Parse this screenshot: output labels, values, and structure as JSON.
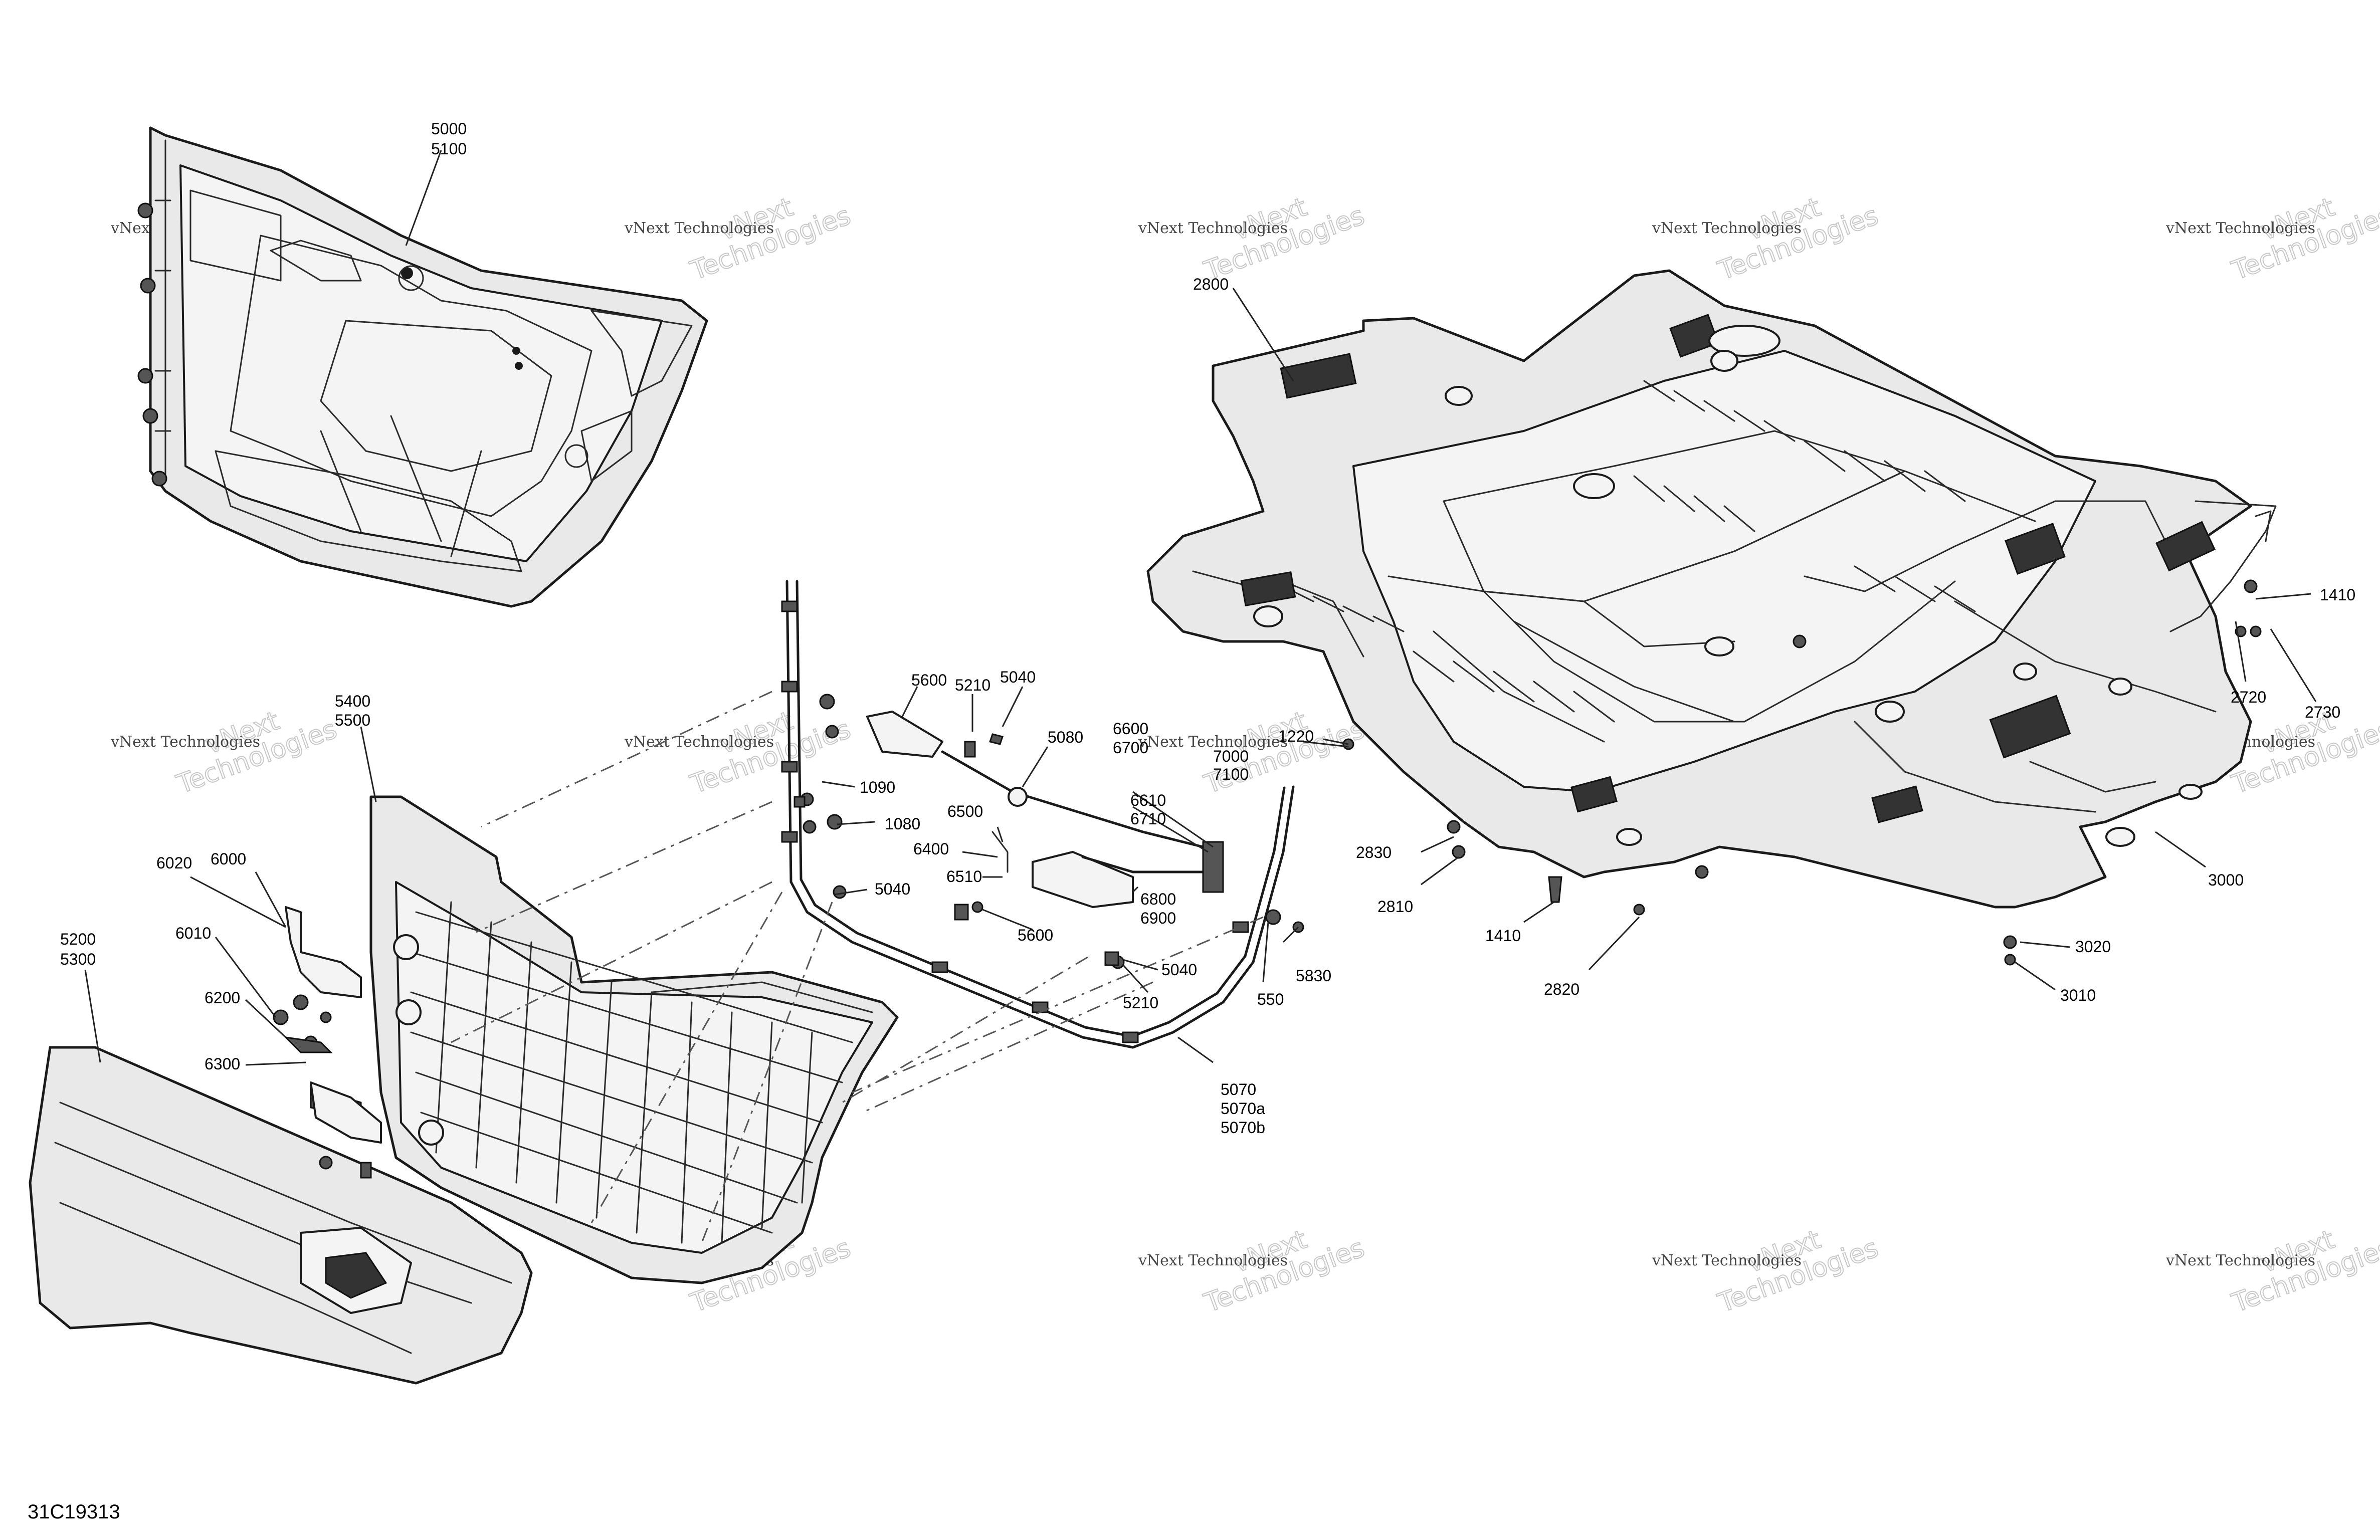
{
  "drawing_code": "31C19313",
  "watermark": {
    "line1": "vNext Technologies",
    "line2": "vNext",
    "line3": "Technologies"
  },
  "callouts": [
    {
      "id": "c-5000",
      "text": "5000"
    },
    {
      "id": "c-5100",
      "text": "5100"
    },
    {
      "id": "c-2800",
      "text": "2800"
    },
    {
      "id": "c-1410a",
      "text": "1410"
    },
    {
      "id": "c-2720",
      "text": "2720"
    },
    {
      "id": "c-2730",
      "text": "2730"
    },
    {
      "id": "c-5400",
      "text": "5400"
    },
    {
      "id": "c-5500",
      "text": "5500"
    },
    {
      "id": "c-5210a",
      "text": "5210"
    },
    {
      "id": "c-5600a",
      "text": "5600"
    },
    {
      "id": "c-5040a",
      "text": "5040"
    },
    {
      "id": "c-5080",
      "text": "5080"
    },
    {
      "id": "c-6600",
      "text": "6600"
    },
    {
      "id": "c-6700",
      "text": "6700"
    },
    {
      "id": "c-7000",
      "text": "7000"
    },
    {
      "id": "c-7100",
      "text": "7100"
    },
    {
      "id": "c-1220",
      "text": "1220"
    },
    {
      "id": "c-1090",
      "text": "1090"
    },
    {
      "id": "c-1080",
      "text": "1080"
    },
    {
      "id": "c-6610",
      "text": "6610"
    },
    {
      "id": "c-6710",
      "text": "6710"
    },
    {
      "id": "c-6500",
      "text": "6500"
    },
    {
      "id": "c-6400",
      "text": "6400"
    },
    {
      "id": "c-6510",
      "text": "6510"
    },
    {
      "id": "c-6020",
      "text": "6020"
    },
    {
      "id": "c-6000",
      "text": "6000"
    },
    {
      "id": "c-5040b",
      "text": "5040"
    },
    {
      "id": "c-6800",
      "text": "6800"
    },
    {
      "id": "c-6900",
      "text": "6900"
    },
    {
      "id": "c-6010",
      "text": "6010"
    },
    {
      "id": "c-5600b",
      "text": "5600"
    },
    {
      "id": "c-5200",
      "text": "5200"
    },
    {
      "id": "c-5300",
      "text": "5300"
    },
    {
      "id": "c-6200",
      "text": "6200"
    },
    {
      "id": "c-5040c",
      "text": "5040"
    },
    {
      "id": "c-5830",
      "text": "5830"
    },
    {
      "id": "c-5210b",
      "text": "5210"
    },
    {
      "id": "c-550",
      "text": "550"
    },
    {
      "id": "c-6300",
      "text": "6300"
    },
    {
      "id": "c-5070",
      "text": "5070"
    },
    {
      "id": "c-5070a",
      "text": "5070a"
    },
    {
      "id": "c-5070b",
      "text": "5070b"
    },
    {
      "id": "c-2830",
      "text": "2830"
    },
    {
      "id": "c-2810",
      "text": "2810"
    },
    {
      "id": "c-1410b",
      "text": "1410"
    },
    {
      "id": "c-2820",
      "text": "2820"
    },
    {
      "id": "c-3000",
      "text": "3000"
    },
    {
      "id": "c-3020",
      "text": "3020"
    },
    {
      "id": "c-3010",
      "text": "3010"
    }
  ]
}
